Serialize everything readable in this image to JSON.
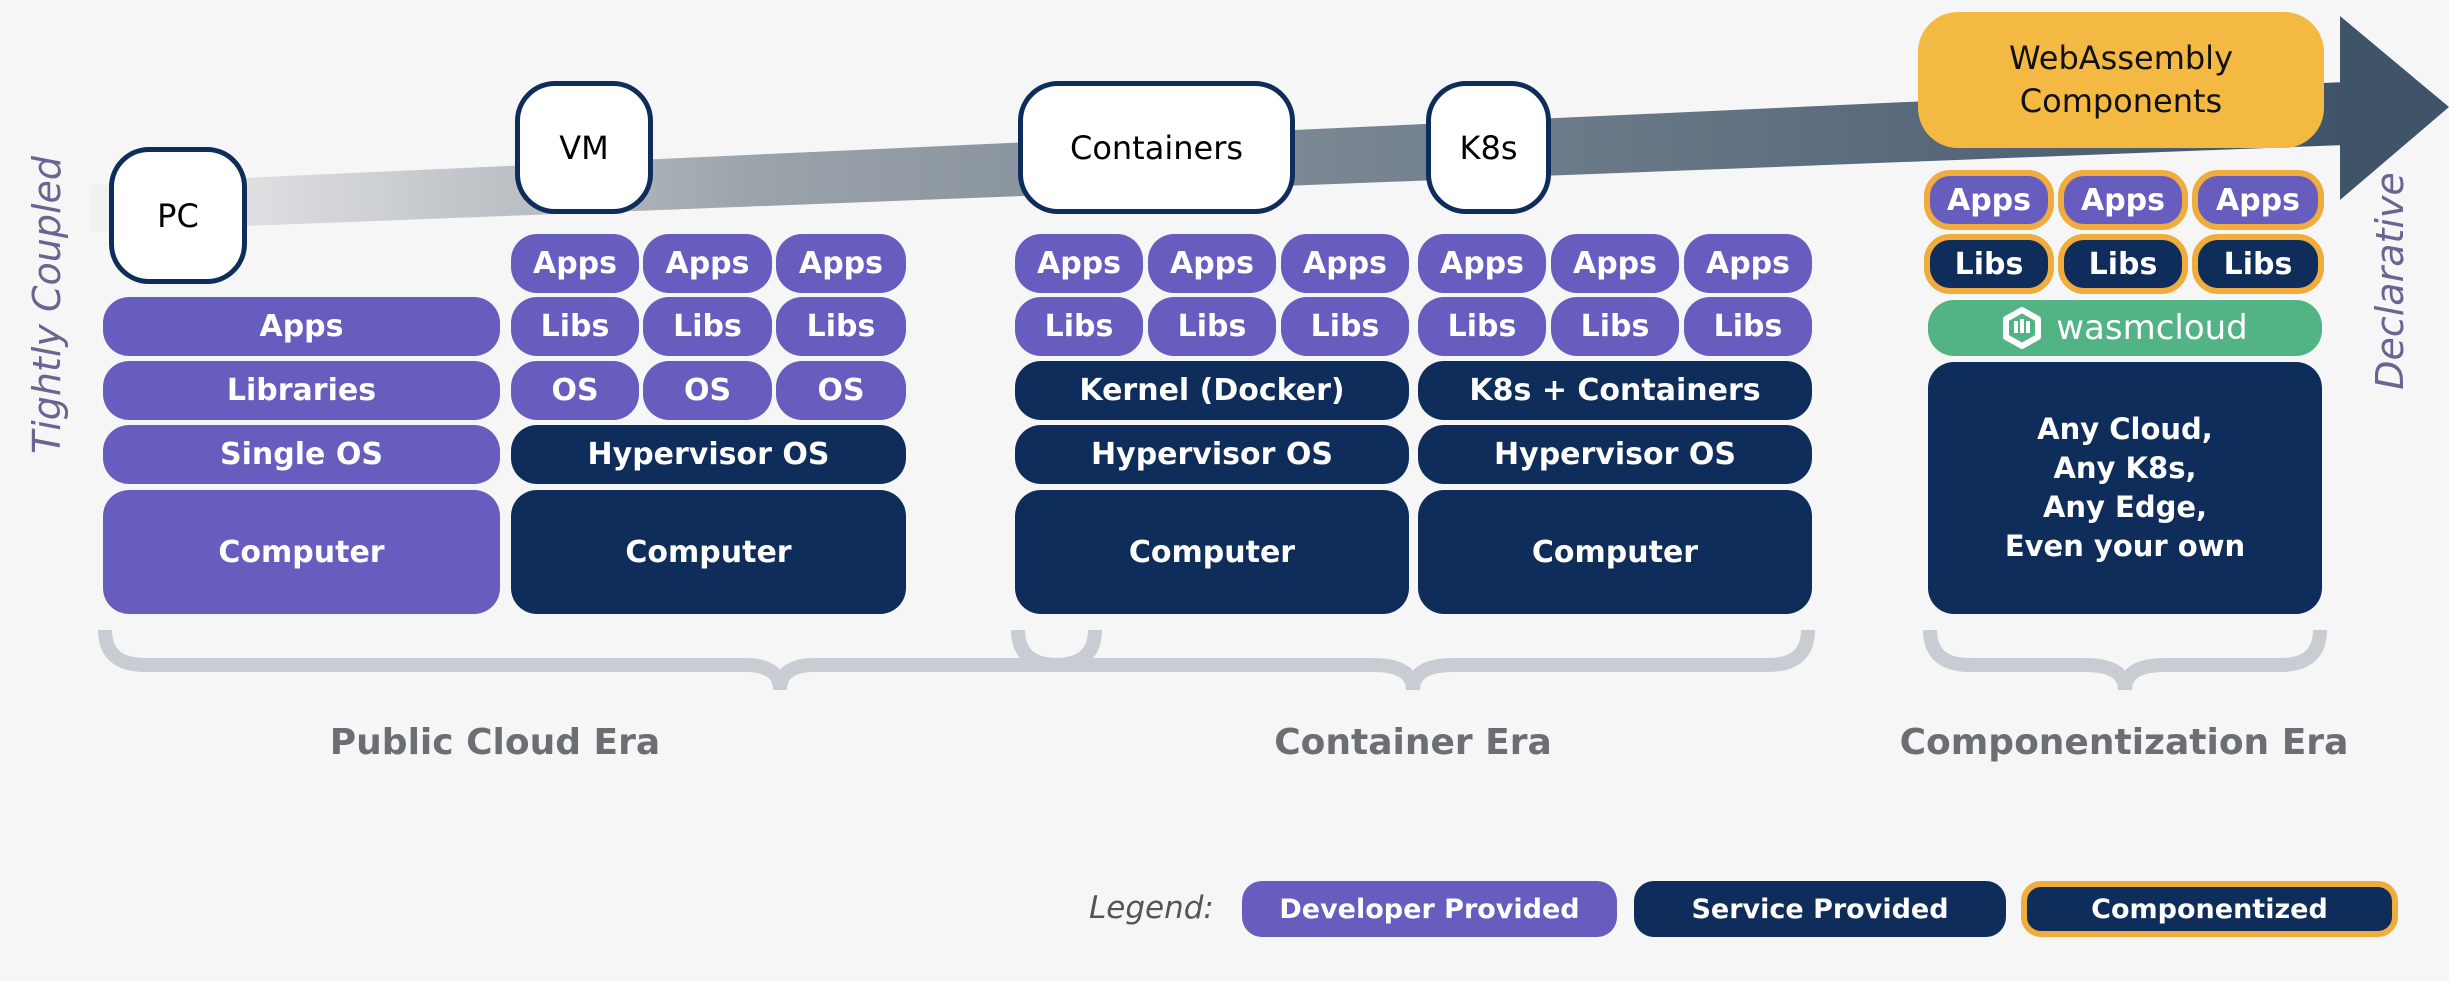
{
  "colors": {
    "developer": "#675dbf",
    "service": "#0f2d5a",
    "componentized": "#f4b942",
    "wasmcloud": "#52b385"
  },
  "axis": {
    "left": "Tightly Coupled",
    "right": "Declarative"
  },
  "stages": {
    "pc": "PC",
    "vm": "VM",
    "containers": "Containers",
    "k8s": "K8s",
    "wasm": "WebAssembly Components"
  },
  "pc": {
    "apps": "Apps",
    "libraries": "Libraries",
    "os": "Single OS",
    "computer": "Computer"
  },
  "vm": {
    "apps": "Apps",
    "libs": "Libs",
    "os": "OS",
    "hypervisor": "Hypervisor OS",
    "computer": "Computer"
  },
  "containers": {
    "apps": "Apps",
    "libs": "Libs",
    "kernel": "Kernel (Docker)",
    "hypervisor": "Hypervisor OS",
    "computer": "Computer"
  },
  "k8s": {
    "apps": "Apps",
    "libs": "Libs",
    "runtime": "K8s + Containers",
    "hypervisor": "Hypervisor OS",
    "computer": "Computer"
  },
  "wasm": {
    "apps": "Apps",
    "libs": "Libs",
    "platform": "wasmcloud",
    "hosts": "Any Cloud,\nAny K8s,\nAny Edge,\nEven your own"
  },
  "eras": {
    "public_cloud": "Public Cloud Era",
    "container": "Container Era",
    "componentization": "Componentization Era"
  },
  "legend": {
    "label": "Legend:",
    "developer": "Developer Provided",
    "service": "Service Provided",
    "componentized": "Componentized"
  }
}
